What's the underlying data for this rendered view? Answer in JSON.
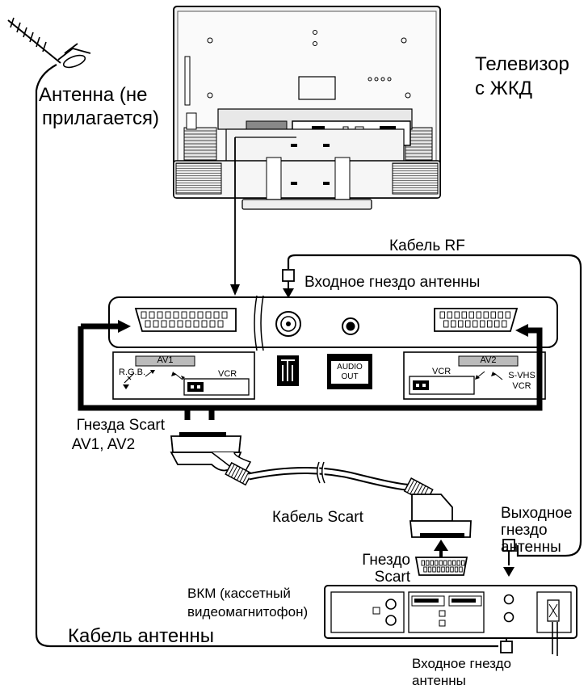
{
  "tv": {
    "label_line1": "Телевизор",
    "label_line2": "с ЖКД"
  },
  "antenna": {
    "label_line1": "Антенна (не",
    "label_line2": "прилагается)"
  },
  "rf_cable": "Кабель RF",
  "panel": {
    "antenna_input": "Входное гнездо антенны",
    "av1": "AV1",
    "av2": "AV2",
    "rgb": "R.G.B.",
    "vcr": "VCR",
    "svhs_line1": "S-VHS",
    "svhs_line2": "VCR",
    "audio_line1": "AUDIO",
    "audio_line2": "OUT"
  },
  "scart_sockets": {
    "line1": "Гнезда Scart",
    "line2": "AV1, AV2"
  },
  "scart_cable": "Кабель Scart",
  "scart_socket": {
    "line1": "Гнездо",
    "line2": "Scart"
  },
  "vcr_output": {
    "line1": "Выходное",
    "line2": "гнездо",
    "line3": "антенны"
  },
  "vcr_unit": {
    "line1": "ВКМ (кассетный",
    "line2": "видеомагнитофон)"
  },
  "antenna_cable": "Кабель антенны",
  "vcr_input": {
    "line1": "Входное гнездо",
    "line2": "антенны"
  }
}
